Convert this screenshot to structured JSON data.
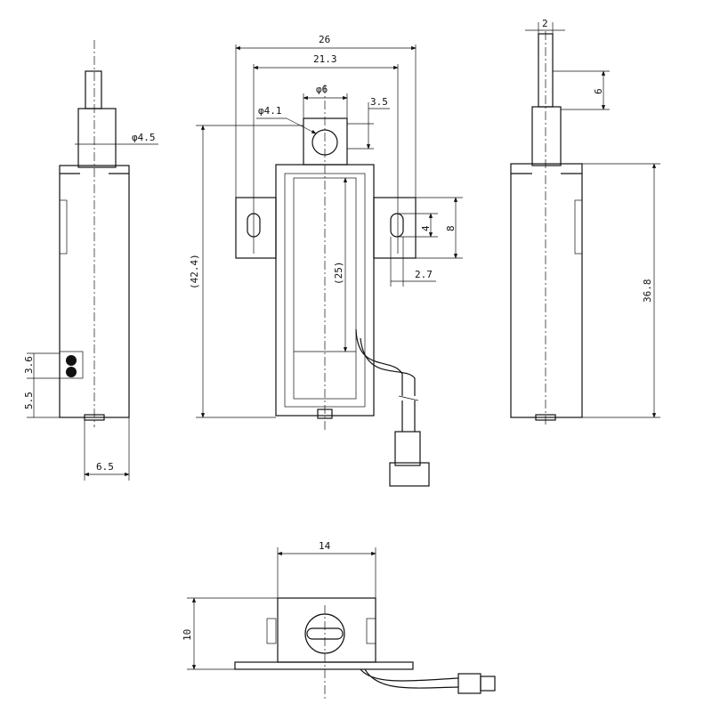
{
  "dimensions": {
    "d_4_5": "φ4.5",
    "d_3_6": "3.6",
    "d_5_5": "5.5",
    "d_6_5": "6.5",
    "d_26": "26",
    "d_21_3": "21.3",
    "d_phi6": "φ6",
    "d_phi4_1": "φ4.1",
    "d_3_5": "3.5",
    "d_42_4": "(42.4)",
    "d_25": "(25)",
    "d_4": "4",
    "d_8": "8",
    "d_2_7": "2.7",
    "d_2": "2",
    "d_6": "6",
    "d_36_8": "36.8",
    "d_14": "14",
    "d_10": "10"
  },
  "colors": {
    "line": "#111111",
    "background": "#ffffff"
  }
}
